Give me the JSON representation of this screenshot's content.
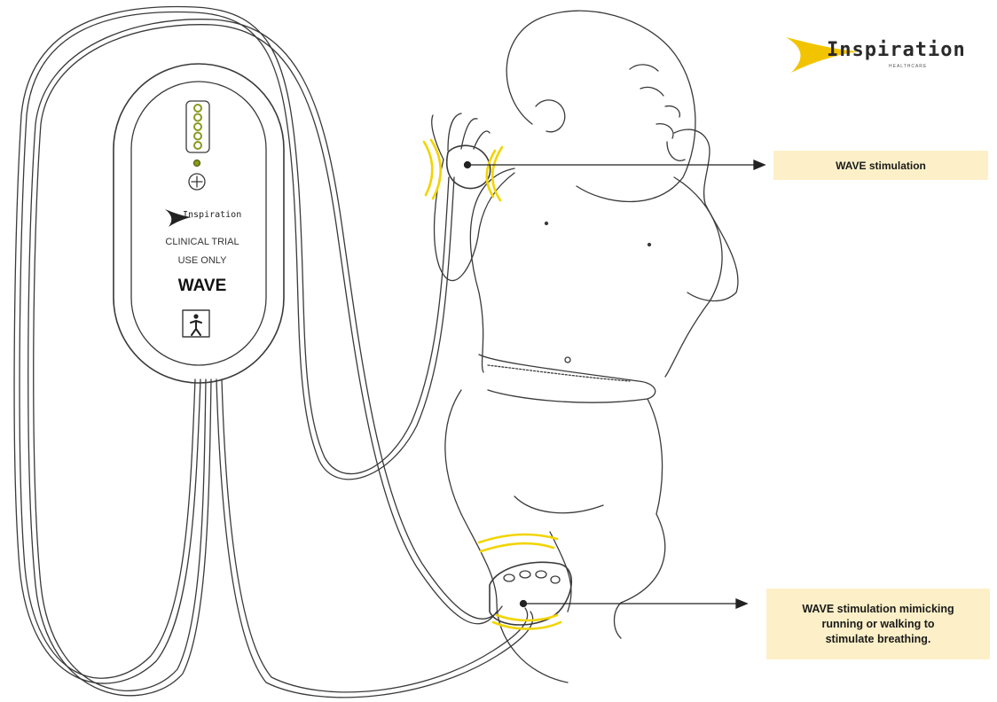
{
  "logo": {
    "brand": "Inspiration",
    "tagline": "HEALTHCARE",
    "accent_color": "#f2c400"
  },
  "device": {
    "brand": "Inspiration",
    "line1": "CLINICAL TRIAL",
    "line2": "USE ONLY",
    "name": "WAVE",
    "led_count": 5,
    "led_color": "#8a9a1e",
    "symbol_icon": "applied-part-person-icon",
    "plus_icon": "plus-circle-icon"
  },
  "callouts": {
    "top": "WAVE stimulation",
    "bottom": [
      "WAVE stimulation mimicking",
      "running or walking to",
      "stimulate breathing."
    ],
    "fill_color": "#fdf0c8"
  },
  "colors": {
    "outline": "#3a3a3a",
    "vibration": "#f2d400"
  }
}
